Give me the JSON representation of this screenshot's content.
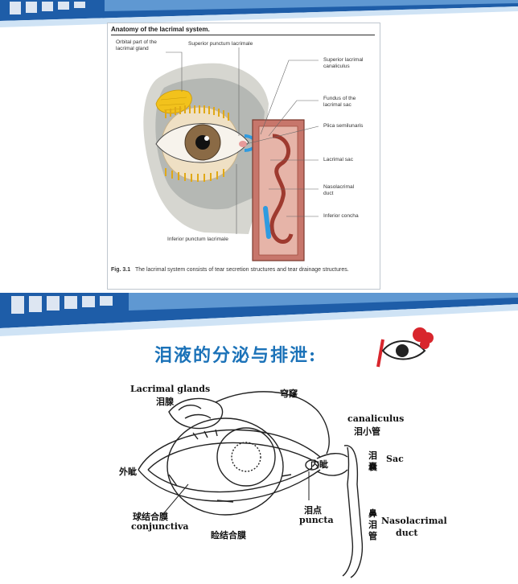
{
  "slide1": {
    "figure_title": "Anatomy of the lacrimal system.",
    "labels": {
      "orbital_gland": "Orbital part of the\nlacrimal gland",
      "superior_punctum": "Superior punctum lacrimale",
      "superior_canaliculus": "Superior lacrimal\ncanaliculus",
      "fundus_sac": "Fundus of the\nlacrimal sac",
      "plica": "Plica semilunaris",
      "lacrimal_sac": "Lacrimal sac",
      "nasolacrimal_duct": "Nasolacrimal\nduct",
      "inferior_concha": "Inferior concha",
      "inferior_punctum": "Inferior punctum lacrimale"
    },
    "caption_fig": "Fig. 3.1",
    "caption_text": "The lacrimal system consists of tear secretion structures and tear drainage structures."
  },
  "slide2": {
    "title": "泪液的分泌与排泄:",
    "labels": {
      "lacrimal_glands_en": "Lacrimal glands",
      "lacrimal_glands_zh": "泪腺",
      "fornix_zh": "穹窿",
      "canaliculus_en": "canaliculus",
      "canaliculus_zh": "泪小管",
      "sac_en": "Sac",
      "sac_zh_1": "泪",
      "sac_zh_2": "囊",
      "outer_canthus_zh": "外眦",
      "inner_canthus_zh": "内眦",
      "bulbar_conj_zh": "球结合膜",
      "conjunctiva_en": "conjunctiva",
      "palpebral_conj_zh": "睑结合膜",
      "puncta_zh": "泪点",
      "puncta_en": "puncta",
      "nasolacrimal_zh_1": "鼻",
      "nasolacrimal_zh_2": "泪",
      "nasolacrimal_zh_3": "管",
      "nasolacrimal_en": "Nasolacrimal",
      "duct_en": "duct"
    }
  },
  "colors": {
    "banner_blue": "#2f6eb5",
    "title_blue": "#1b72b8",
    "gland_yellow": "#f2c21c",
    "duct_blue": "#2f9be0",
    "nasal_red": "#b24a3c"
  }
}
